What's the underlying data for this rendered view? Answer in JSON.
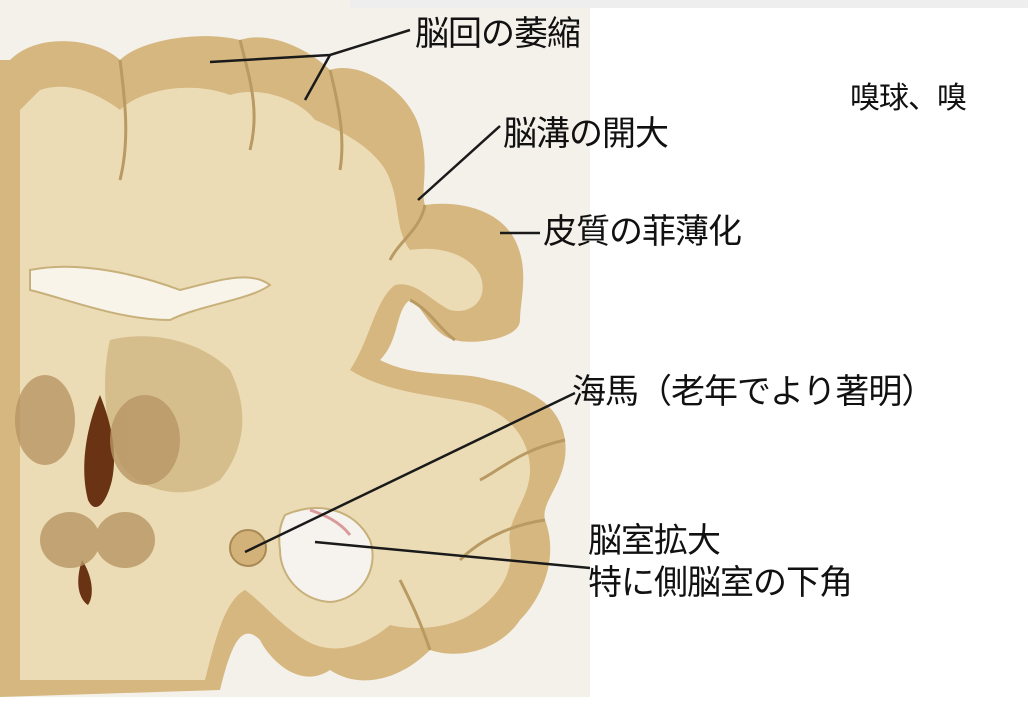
{
  "labels": {
    "gyri_atrophy": "脳回の萎縮",
    "sulci_widening": "脳溝の開大",
    "cortex_thinning": "皮質の菲薄化",
    "olfactory": "嗅球、嗅",
    "hippocampus": "海馬（老年でより著明）",
    "ventricle_line1": "脳室拡大",
    "ventricle_line2": "特に側脳室の下角"
  },
  "colors": {
    "grey_matter": "#d9bd86",
    "white_matter": "#efe2c1",
    "ventricle": "#6a3414",
    "background": "#ffffff",
    "leader_line": "#1a1a1a"
  }
}
